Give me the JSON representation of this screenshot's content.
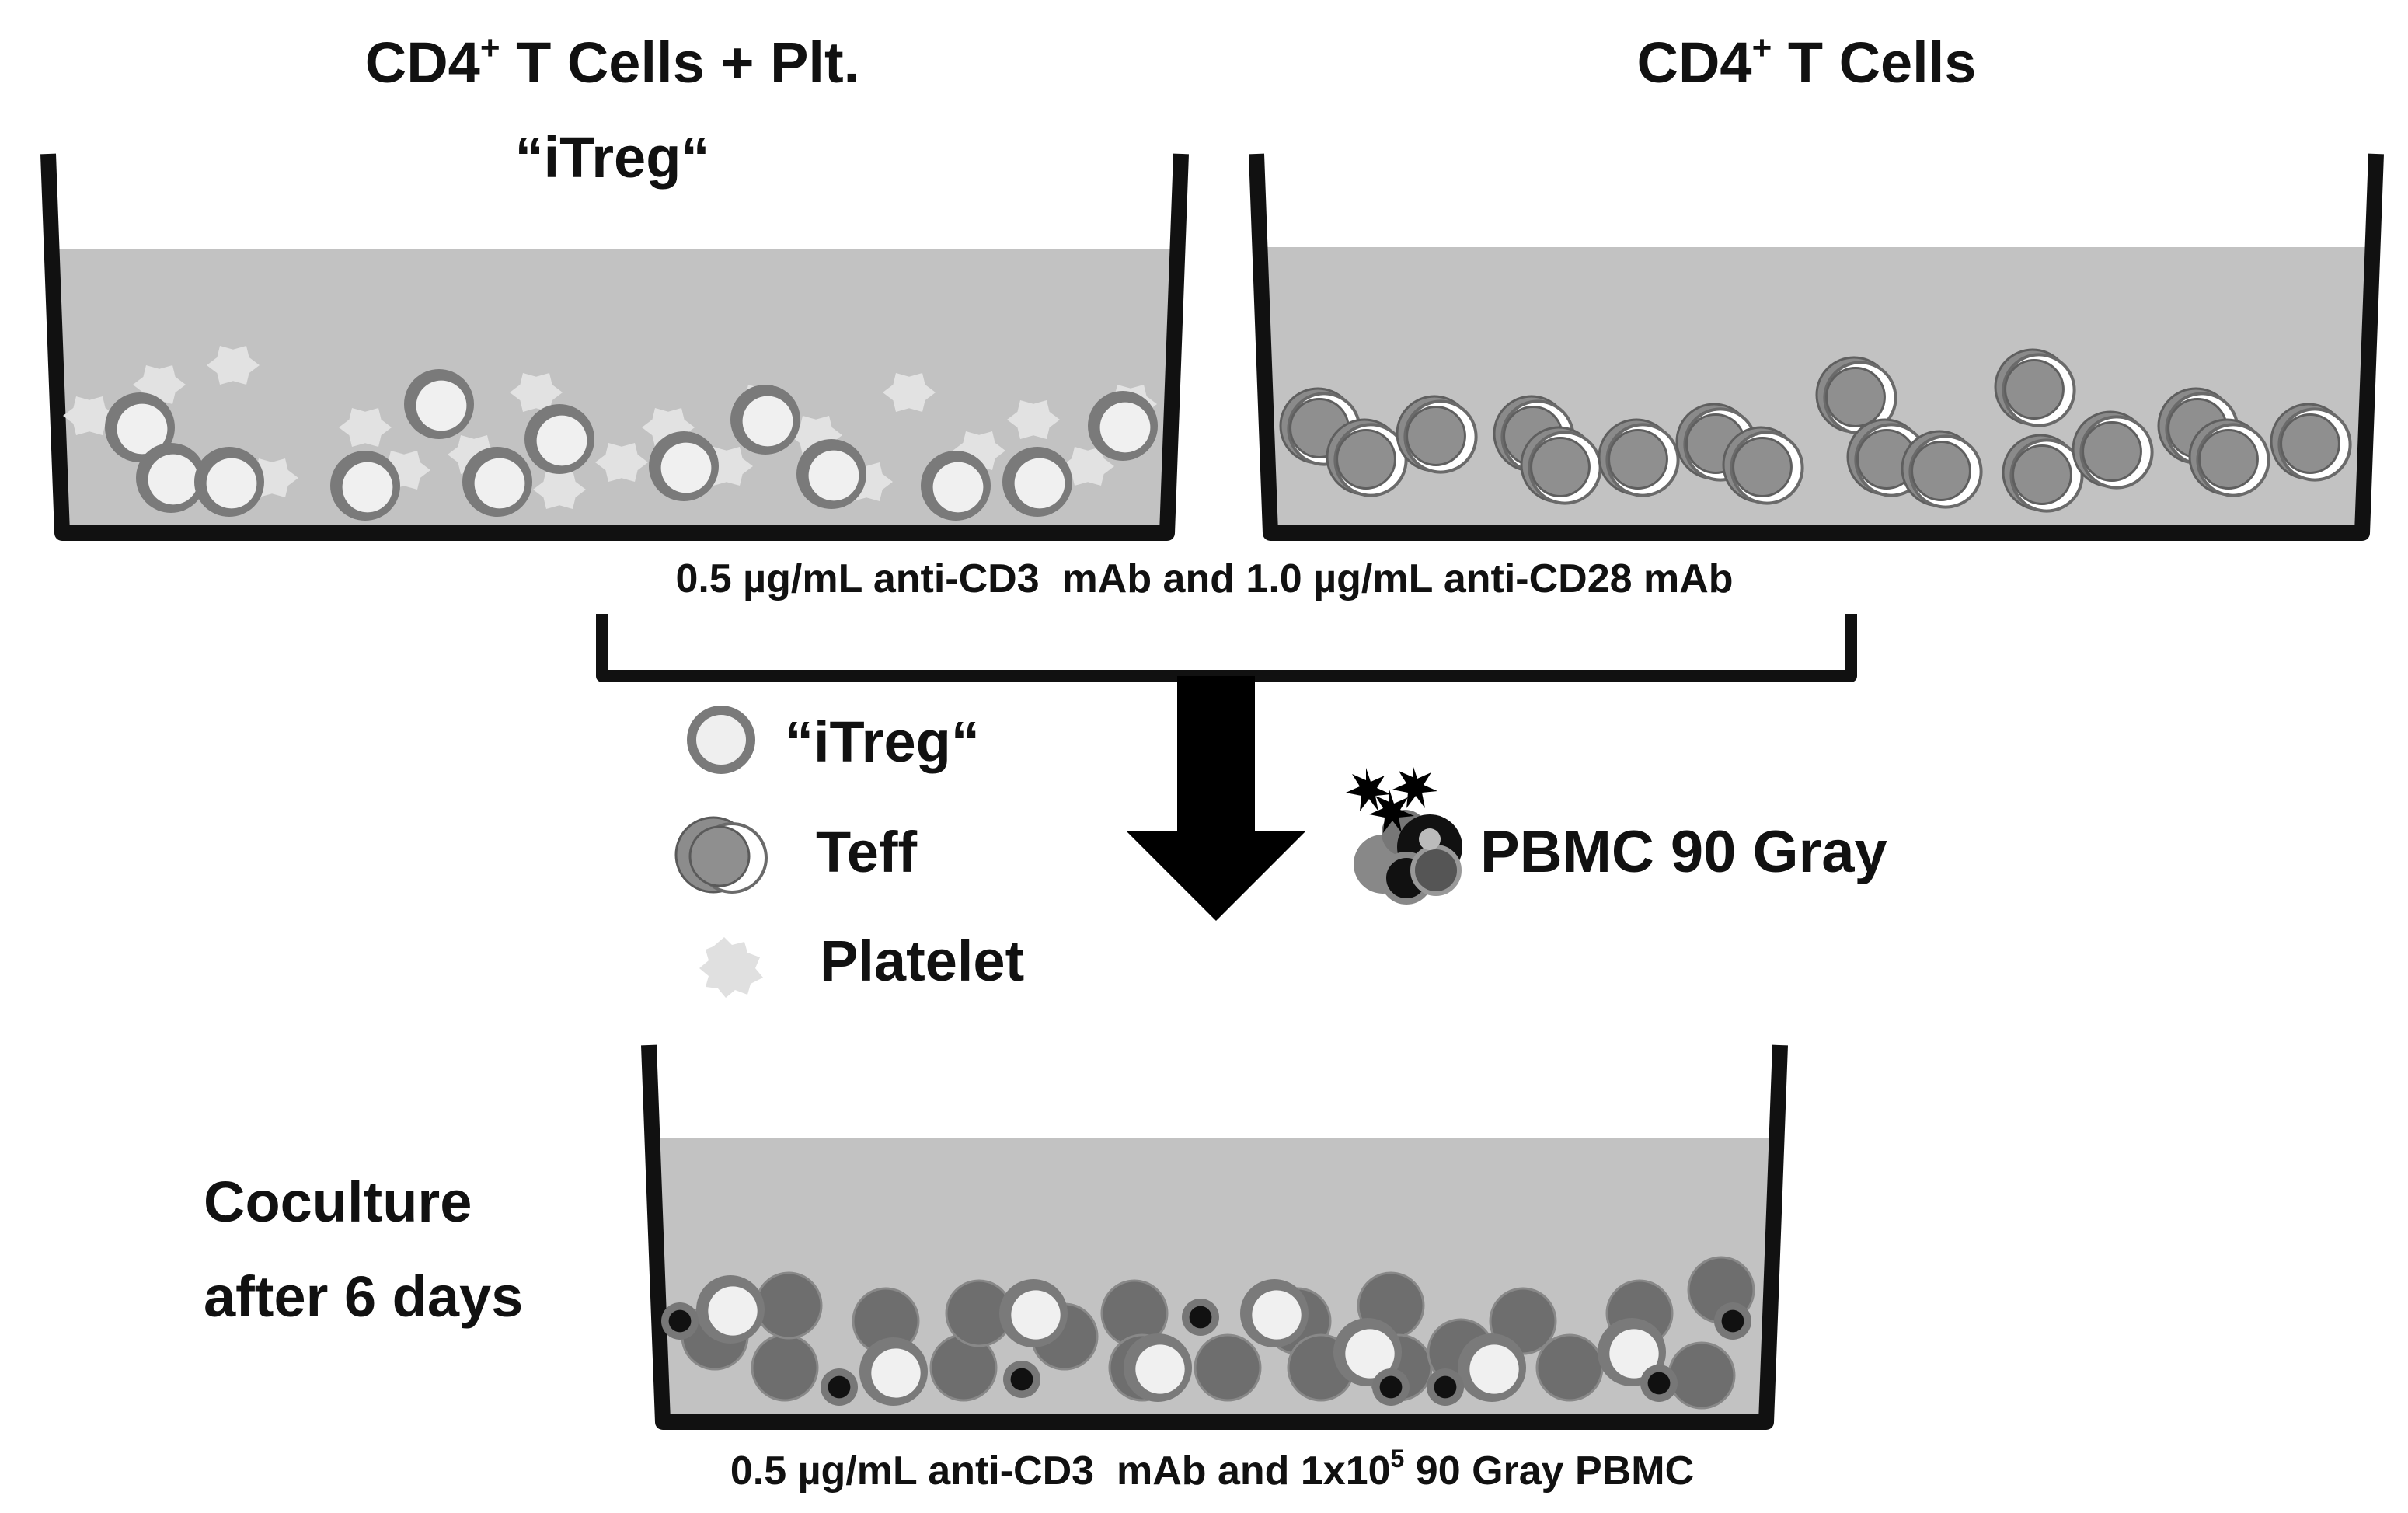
{
  "left_well": {
    "title_line1_main": "CD4",
    "title_line1_sup": "+",
    "title_line1_rest": " T Cells + Plt.",
    "title_line2": "“iTreg“"
  },
  "right_well": {
    "title_main": "CD4",
    "title_sup": "+",
    "title_rest": " T Cells"
  },
  "stimulation_label": "0.5 µg/mL anti-CD3  mAb and 1.0 µg/mL anti-CD28 mAb",
  "legend": {
    "itreg": "“iTreg“",
    "teff": "Teff",
    "platelet": "Platelet"
  },
  "pbmc_label": "PBMC 90 Gray",
  "coculture": {
    "line1": "Coculture",
    "line2": "after 6 days",
    "bottom_label_part1": "0.5 µg/mL anti-CD3  mAb and 1x10",
    "bottom_label_sup": "5",
    "bottom_label_part2": " 90 Gray PBMC"
  },
  "colors": {
    "medium": "#c2c2c2",
    "well_wall": "#111111",
    "cell_ring": "#7a7a7a",
    "cell_core": "#f0f0f0",
    "teff_core": "#8f8f8f",
    "dark_cell": "#6e6e6e",
    "platelet": "#e2e2e2"
  }
}
